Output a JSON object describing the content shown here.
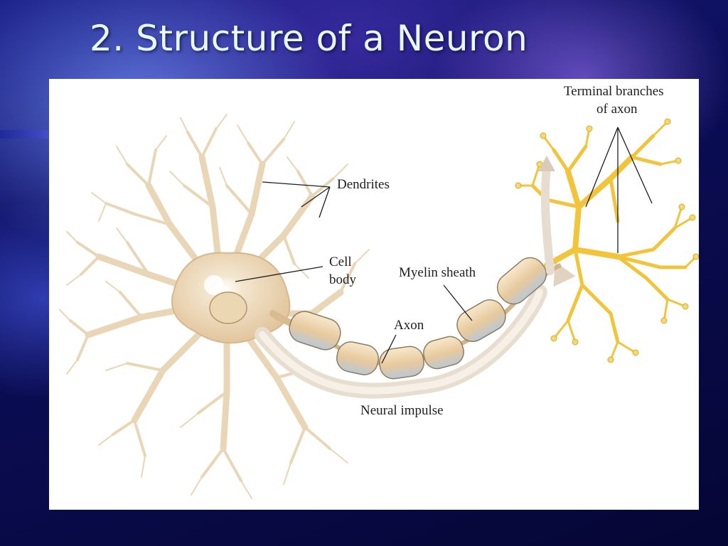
{
  "slide": {
    "title": "2. Structure of a Neuron"
  },
  "diagram": {
    "labels": {
      "terminal_branches_line1": "Terminal branches",
      "terminal_branches_line2": "of axon",
      "dendrites": "Dendrites",
      "cell_body_line1": "Cell",
      "cell_body_line2": "body",
      "myelin_sheath": "Myelin sheath",
      "axon": "Axon",
      "neural_impulse": "Neural impulse"
    },
    "colors": {
      "neuron_body": "#eedcbf",
      "neuron_outline": "#c9ab83",
      "terminal_branches": "#f2c640",
      "myelin": "#efd6ac"
    }
  }
}
